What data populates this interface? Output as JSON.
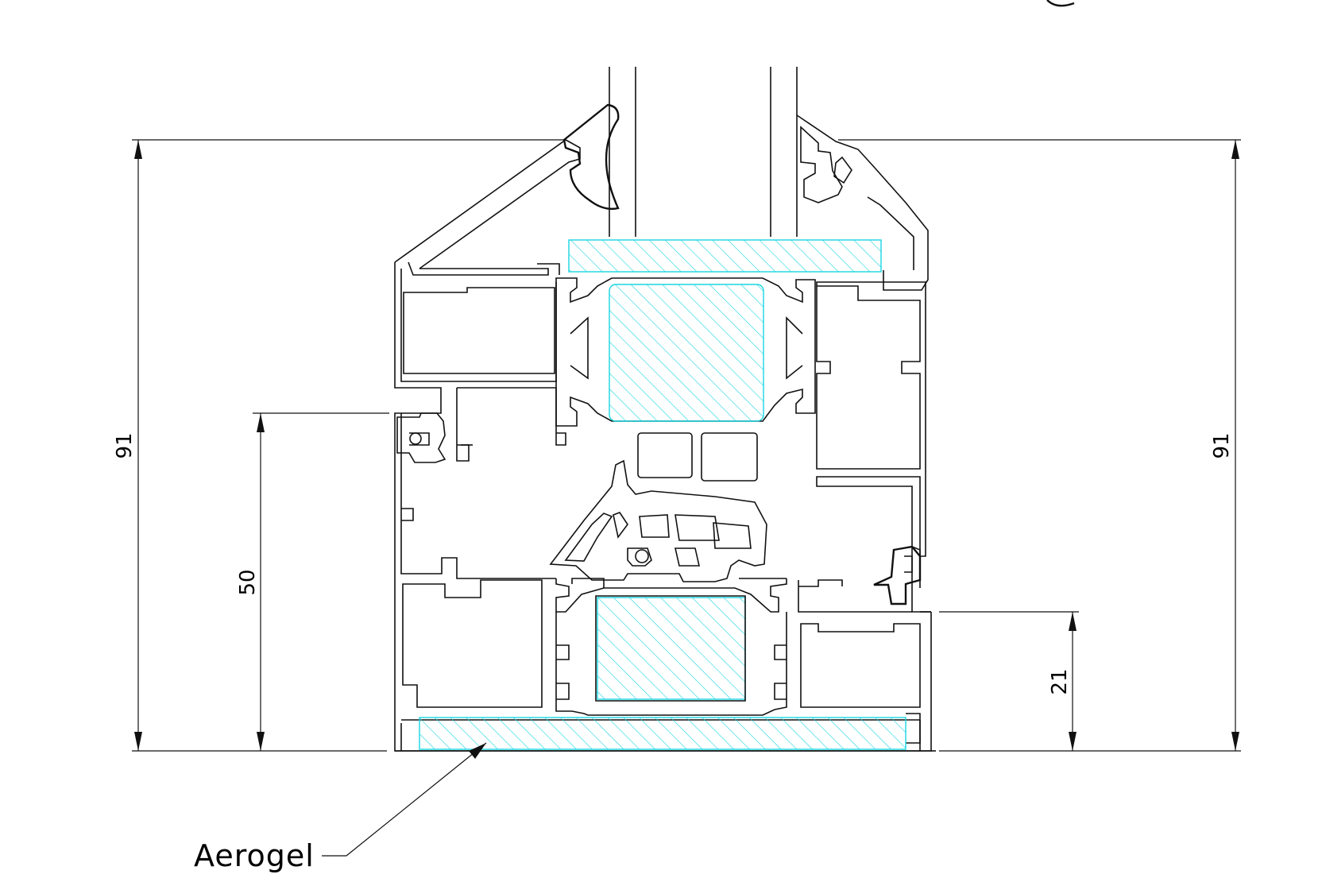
{
  "drawing": {
    "dimensions": {
      "left_height": "91",
      "right_height": "91",
      "inner_height": "50",
      "bottom_offset": "21"
    },
    "callout": {
      "label": "Aerogel"
    },
    "colors": {
      "line": "#111111",
      "insulation_hatch": "#19d5e0",
      "background": "#ffffff"
    }
  }
}
